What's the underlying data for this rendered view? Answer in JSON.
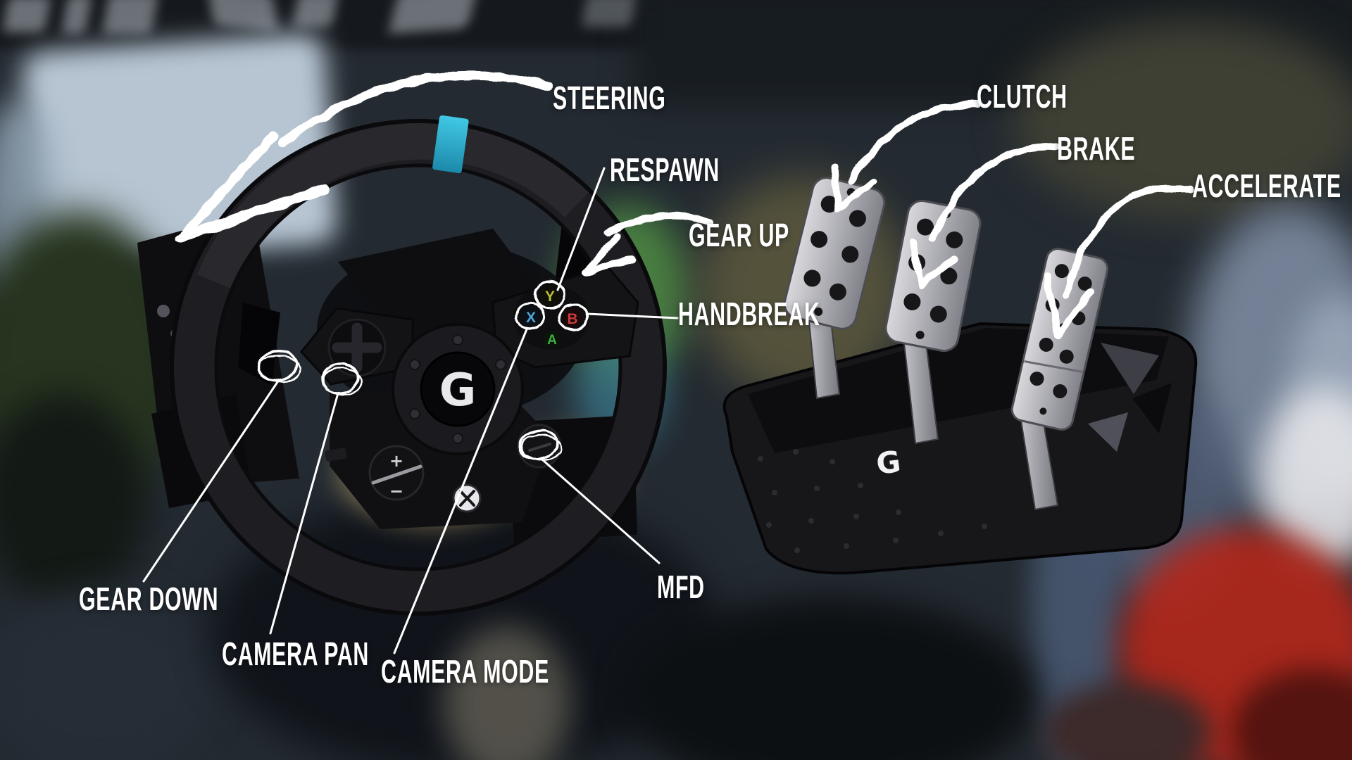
{
  "diagram": {
    "device": "Racing wheel and pedals control diagram",
    "labels": {
      "steering": "STEERING",
      "respawn": "RESPAWN",
      "gear_up": "GEAR UP",
      "handbreak": "HANDBREAK",
      "clutch": "CLUTCH",
      "brake": "BRAKE",
      "accelerate": "ACCELERATE",
      "gear_down": "GEAR DOWN",
      "camera_pan": "CAMERA PAN",
      "camera_mode": "CAMERA MODE",
      "mfd": "MFD"
    }
  },
  "wheel": {
    "hub_logo": "G",
    "buttons": {
      "y": "Y",
      "x": "X",
      "b": "B",
      "a": "A"
    },
    "dial_plus": "+",
    "dial_minus": "−"
  },
  "pedals": {
    "base_logo": "G"
  },
  "colors": {
    "label_text": "#ffffff",
    "annotation": "#ffffff",
    "stripe_cyan": "#2db4d6",
    "button_y": "#b9bd3a",
    "button_x": "#4aa8d8",
    "button_b": "#cf3b3b",
    "button_a": "#43b043",
    "accent_red_background": "#b2271b"
  }
}
